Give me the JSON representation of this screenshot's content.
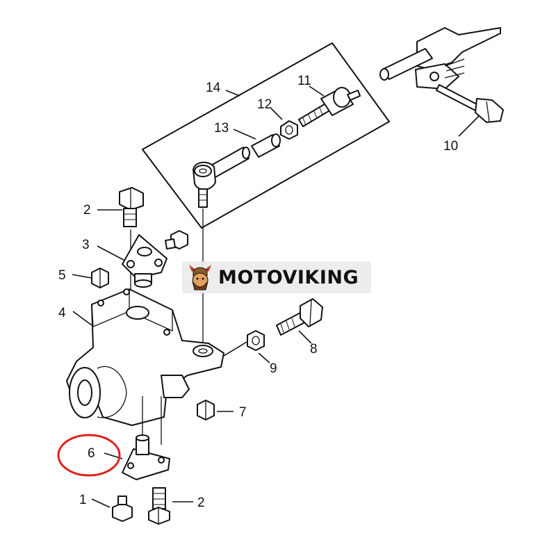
{
  "watermark": {
    "brand": "MOTOVIKING"
  },
  "callouts": [
    {
      "id": "label-1",
      "text": "1"
    },
    {
      "id": "label-2-top",
      "text": "2"
    },
    {
      "id": "label-2-bottom",
      "text": "2"
    },
    {
      "id": "label-3",
      "text": "3"
    },
    {
      "id": "label-4",
      "text": "4"
    },
    {
      "id": "label-5",
      "text": "5"
    },
    {
      "id": "label-6",
      "text": "6"
    },
    {
      "id": "label-7",
      "text": "7"
    },
    {
      "id": "label-8",
      "text": "8"
    },
    {
      "id": "label-9",
      "text": "9"
    },
    {
      "id": "label-10",
      "text": "10"
    },
    {
      "id": "label-11",
      "text": "11"
    },
    {
      "id": "label-12",
      "text": "12"
    },
    {
      "id": "label-13",
      "text": "13"
    },
    {
      "id": "label-14",
      "text": "14"
    }
  ],
  "highlight": {
    "target": "6",
    "color": "#e0201b"
  }
}
